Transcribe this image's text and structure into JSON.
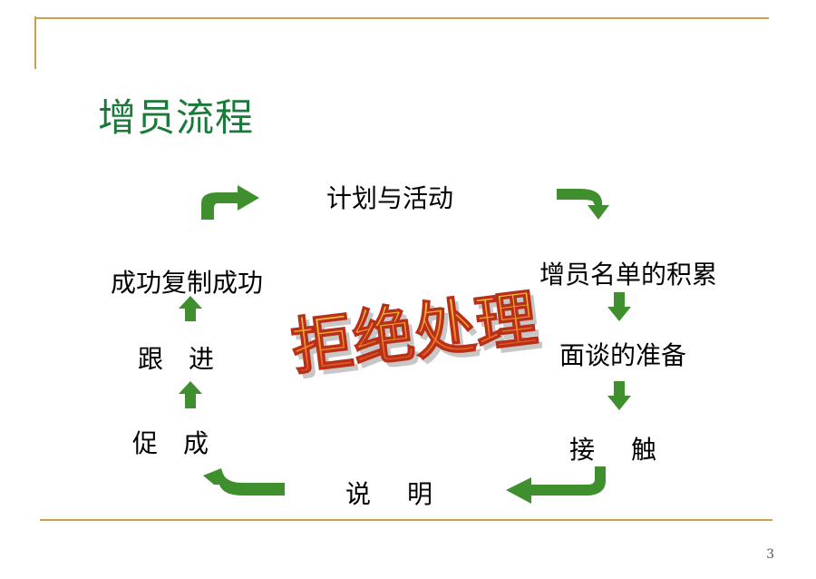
{
  "title": "增员流程",
  "center_label": "拒绝处理",
  "steps": {
    "plan": "计划与活动",
    "list": "增员名单的积累",
    "prepare": "面谈的准备",
    "contact": "接触",
    "explain": "说明",
    "close": "促成",
    "follow": "跟进",
    "copy": "成功复制成功"
  },
  "page_number": "3",
  "colors": {
    "title": "#1a7a3a",
    "arrow": "#3f8f2f",
    "rule": "#c8a24a",
    "wordart_top": "#f4d23a",
    "wordart_bottom": "#d6301a"
  }
}
